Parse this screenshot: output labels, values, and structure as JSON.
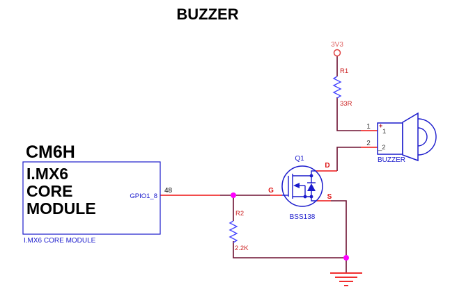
{
  "title": "BUZZER",
  "colors": {
    "wire": "#6d1031",
    "pin_stub": "#ee1111",
    "component_outline": "#1a1acc",
    "resistor_body": "#4646ff",
    "junction_dot": "#ff00ff",
    "power_label": "#e06666",
    "value_label": "#cc2222",
    "ground": "#ee1111"
  },
  "power_net": {
    "label": "3V3"
  },
  "module": {
    "ref": "CM6H",
    "body_lines": [
      "I.MX6",
      "CORE",
      "MODULE"
    ],
    "caption": "I.MX6 CORE MODULE",
    "pin": {
      "number": "48",
      "name": "GPIO1_8"
    }
  },
  "r1": {
    "ref": "R1",
    "value": "33R"
  },
  "r2": {
    "ref": "R2",
    "value": "2.2K"
  },
  "q1": {
    "ref": "Q1",
    "part": "BSS138",
    "pin_d": "D",
    "pin_g": "G",
    "pin_s": "S"
  },
  "buzzer": {
    "label": "BUZZER",
    "pin1_number": "1",
    "pin2_number": "2",
    "polarity_mark": "+",
    "pin1_name": "1",
    "pin2_name": "_2"
  }
}
